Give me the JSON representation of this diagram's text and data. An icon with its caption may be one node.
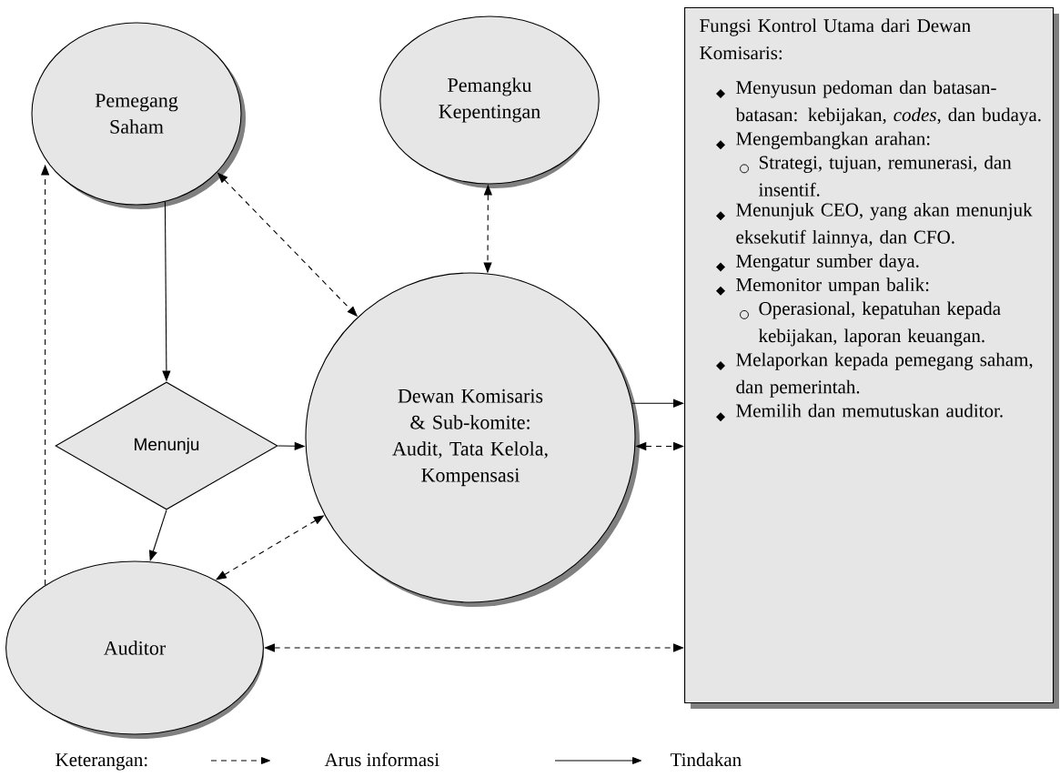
{
  "diagram": {
    "nodes": [
      {
        "text": [
          "Pemegang Saham"
        ]
      },
      {
        "text": [
          "Pemangku Kepentingan"
        ]
      },
      {
        "text": [
          "Fungsi Kontrol Utama dari Dewan Komisaris:",
          "Menyusun pedoman dan batasan-batasan: kebijakan, *codes*, dan budaya.",
          "Mengembangkan arahan:",
          "Strategi, tujuan, remunerasi, dan insentif.",
          "Menunjuk CEO, yang akan menunjuk eksekutif lainnya, dan CFO.",
          "Mengatur sumber daya.",
          "Memonitor umpan balik:",
          "Operasional, kepatuhan kepada kebijakan, laporan keuangan.",
          "Melaporkan kepada pemegang saham, dan pemerintah.",
          "Memilih dan memutuskan auditor."
        ]
      },
      {
        "text": [
          "Dewan Komisaris & Sub-komite: Audit, Tata Kelola, Kompensasi"
        ]
      },
      {
        "text": [
          "Menunju"
        ]
      },
      {
        "text": [
          "Auditor"
        ]
      }
    ],
    "edges": [
      {
        "from": 0,
        "to": 4,
        "arrow": "to"
      },
      {
        "from": 4,
        "to": 3,
        "arrow": "to"
      },
      {
        "from": 4,
        "to": 5,
        "arrow": "to"
      },
      {
        "from": 0,
        "to": 3,
        "arrow": "both",
        "style": "dashed"
      },
      {
        "from": 1,
        "to": 3,
        "arrow": "both",
        "style": "dashed"
      },
      {
        "from": 3,
        "to": 2,
        "arrow": "to"
      },
      {
        "from": 3,
        "to": 2,
        "arrow": "both",
        "style": "dashed"
      },
      {
        "from": 5,
        "to": 3,
        "arrow": "both",
        "style": "dashed"
      },
      {
        "from": 5,
        "to": 2,
        "arrow": "both",
        "style": "dashed"
      },
      {
        "from": 5,
        "to": 0,
        "arrow": "to",
        "style": "dashed"
      }
    ],
    "labels": [
      "Keterangan:"
    ],
    "legend": [
      {
        "text": "Arus informasi"
      },
      {
        "text": "Tindakan"
      }
    ]
  }
}
